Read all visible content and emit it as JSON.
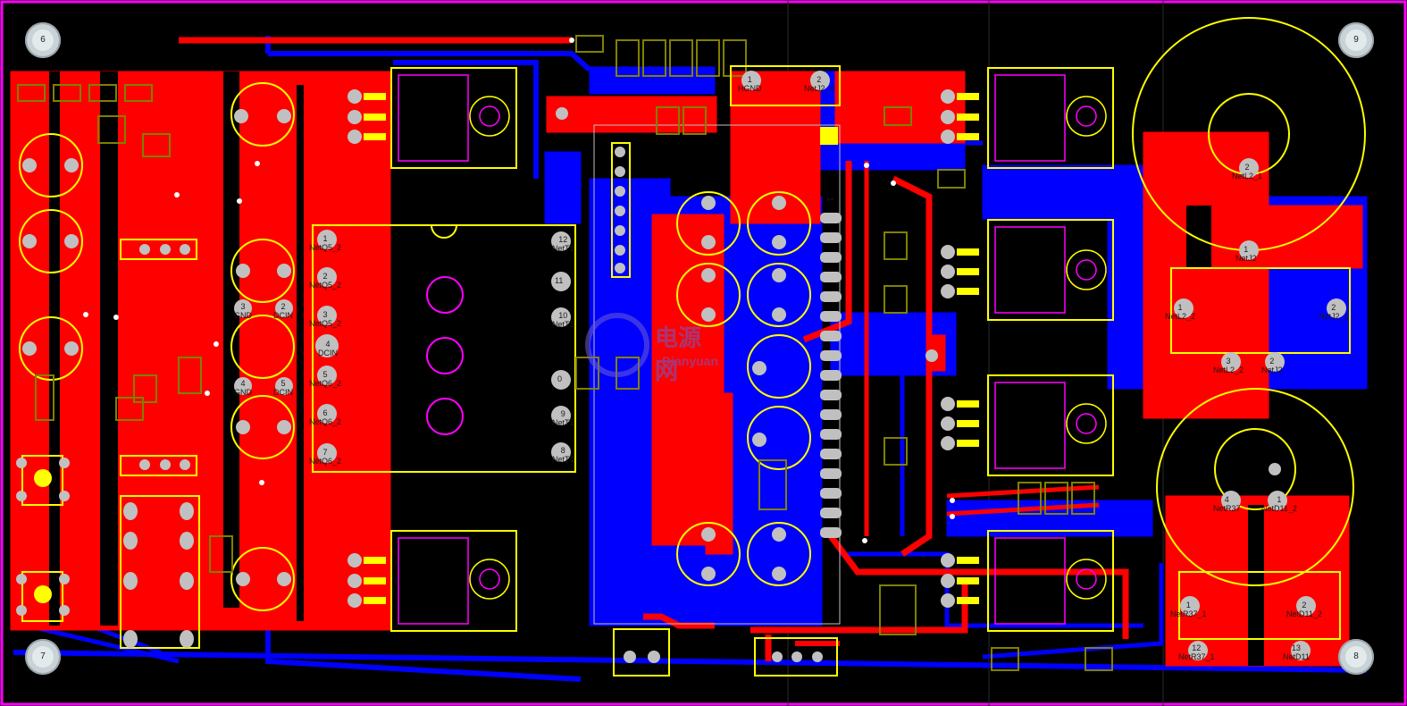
{
  "colors": {
    "background": "#000000",
    "top_copper": "#ff0000",
    "bottom_copper": "#0000ff",
    "silkscreen": "#ffff00",
    "keepout": "#ff00ff",
    "mechanical": "#808000",
    "pad": "#c0c0c0",
    "via": "#c0c0c0"
  },
  "mounting_holes": [
    {
      "id": "mh-6",
      "label": "6"
    },
    {
      "id": "mh-9",
      "label": "9"
    },
    {
      "id": "mh-7",
      "label": "7"
    },
    {
      "id": "mh-8",
      "label": "8"
    }
  ],
  "pad_labels": {
    "hgnd_1": "1",
    "hgnd_name": "HGND",
    "netj2_2": "2",
    "netj2_name": "NetJ2_4",
    "connector_left": [
      {
        "num": "1",
        "net": "NetQ5_2"
      },
      {
        "num": "2",
        "net": "NetQ5_2"
      },
      {
        "num": "3",
        "net": "NetQ5_2"
      },
      {
        "num": "4",
        "net": "DCIN"
      },
      {
        "num": "5",
        "net": "NetQ6_2"
      },
      {
        "num": "6",
        "net": "NetQ6_2"
      },
      {
        "num": "7",
        "net": "NetQ6_2"
      }
    ],
    "gnd_dcin_top": {
      "n1": "3",
      "l1": "GND",
      "n2": "2",
      "l2": "DCIN"
    },
    "gnd_dcin_bottom": {
      "n1": "4",
      "l1": "GND",
      "n2": "5",
      "l2": "DCIN"
    },
    "connector_right": [
      {
        "num": "12",
        "net": "NetT1"
      },
      {
        "num": "11",
        "net": ""
      },
      {
        "num": "10",
        "net": "NetT1"
      },
      {
        "num": "0",
        "net": ""
      },
      {
        "num": "9",
        "net": "NetT1"
      },
      {
        "num": "8",
        "net": "NetT1"
      }
    ],
    "ic_pin1": "1",
    "inductor_top": {
      "num": "2",
      "net": "NetL2_1"
    },
    "netj2_top": {
      "num": "1",
      "net": "NetJ2"
    },
    "netl2_2": {
      "num": "1",
      "net": "NetL2_2"
    },
    "netj2_r": {
      "num": "2",
      "net": "NetJ2_1"
    },
    "netl2_3": {
      "num": "3",
      "net": "NetL2_2"
    },
    "netj2_b": {
      "num": "2",
      "net": "NetJ2"
    },
    "netr37": {
      "num": "4",
      "net": "NetR37"
    },
    "netd11": {
      "num": "1",
      "net": "NetD11_2"
    },
    "netr37_1": {
      "num": "1",
      "net": "NetR37_1"
    },
    "netd11_2": {
      "num": "2",
      "net": "NetD11_2"
    },
    "netr37_12": {
      "num": "12",
      "net": "NetR37_1"
    },
    "netd11_13": {
      "num": "13",
      "net": "NetD11"
    }
  },
  "watermark": {
    "text": "电源网",
    "sub": "Dianyuan"
  }
}
